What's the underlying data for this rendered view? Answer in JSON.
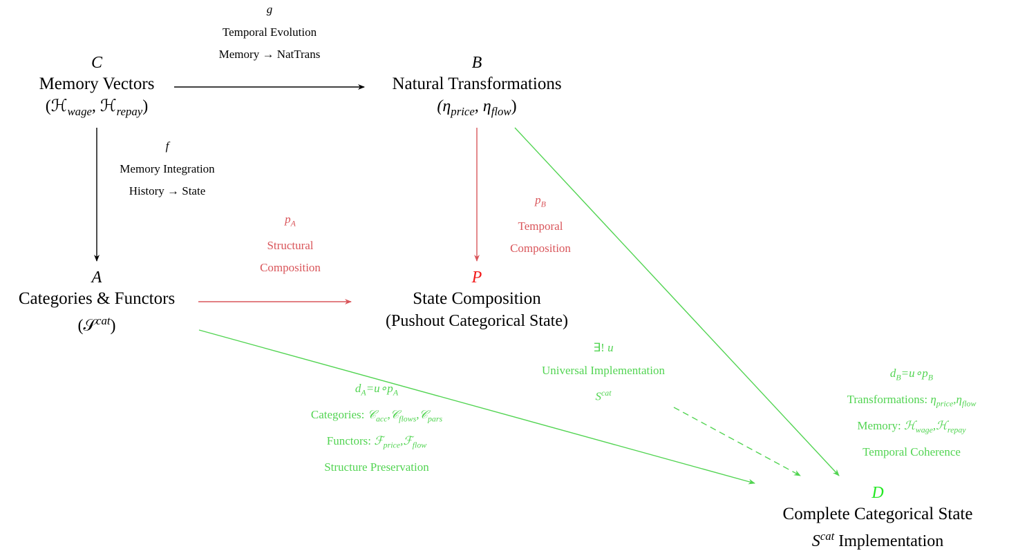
{
  "nodes": {
    "C": {
      "symbol": "C",
      "title": "Memory Vectors",
      "subtitle": "(ℋ_wage, ℋ_repay)",
      "sub_parts": [
        "(ℋ",
        "wage",
        ", ℋ",
        "repay",
        ")"
      ]
    },
    "B": {
      "symbol": "B",
      "title": "Natural Transformations",
      "subtitle": "(η_price, η_flow)",
      "sub_parts": [
        "(η",
        "price",
        ", η",
        "flow",
        ")"
      ]
    },
    "A": {
      "symbol": "A",
      "title": "Categories & Functors",
      "subtitle": "(𝒮^cat)",
      "sub_parts": [
        "(𝒮",
        "cat",
        ")"
      ]
    },
    "P": {
      "symbol": "P",
      "title": "State Composition",
      "subtitle": "(Pushout Categorical State)"
    },
    "D": {
      "symbol": "D",
      "title": "Complete Categorical State",
      "subtitle": "S^cat Implementation",
      "sub_parts": [
        "S",
        "cat",
        " Implementation"
      ]
    }
  },
  "edges": {
    "g": {
      "from": "C",
      "to": "B",
      "name": "g",
      "lines": [
        "Temporal Evolution",
        "Memory → NatTrans"
      ],
      "color": "#000000",
      "style": "solid"
    },
    "f": {
      "from": "C",
      "to": "A",
      "name": "f",
      "lines": [
        "Memory Integration",
        "History → State"
      ],
      "color": "#000000",
      "style": "solid"
    },
    "pA": {
      "from": "A",
      "to": "P",
      "name": "p_A",
      "name_parts": [
        "p",
        "A"
      ],
      "lines": [
        "Structural",
        "Composition"
      ],
      "color": "#d9555a",
      "style": "solid"
    },
    "pB": {
      "from": "B",
      "to": "P",
      "name": "p_B",
      "name_parts": [
        "p",
        "B"
      ],
      "lines": [
        "Temporal",
        "Composition"
      ],
      "color": "#d9555a",
      "style": "solid"
    },
    "dA": {
      "from": "A",
      "to": "D",
      "name": "d_A=u∘p_A",
      "name_parts": [
        "d",
        "A",
        "=u∘p",
        "A"
      ],
      "lines": [
        "Categories: 𝒞_acc,𝒞_flows,𝒞_pars",
        "Functors: ℱ_price,ℱ_flow",
        "Structure Preservation"
      ],
      "line_parts": {
        "categories": [
          "Categories: ",
          "𝒞",
          "acc",
          ",𝒞",
          "flows",
          ",𝒞",
          "pars"
        ],
        "functors": [
          "Functors: ",
          "ℱ",
          "price",
          ",ℱ",
          "flow"
        ]
      },
      "color": "#52d452",
      "style": "solid"
    },
    "dB": {
      "from": "B",
      "to": "D",
      "name": "d_B=u∘p_B",
      "name_parts": [
        "d",
        "B",
        "=u∘p",
        "B"
      ],
      "lines": [
        "Transformations: η_price,η_flow",
        "Memory: ℋ_wage,ℋ_repay",
        "Temporal Coherence"
      ],
      "line_parts": {
        "transformations": [
          "Transformations: ",
          "η",
          "price",
          ",η",
          "flow"
        ],
        "memory": [
          "Memory: ",
          "ℋ",
          "wage",
          ",ℋ",
          "repay"
        ]
      },
      "color": "#52d452",
      "style": "solid"
    },
    "u": {
      "from": "P",
      "to": "D",
      "name": "∃! u",
      "name_parts": [
        "∃! ",
        "u"
      ],
      "lines": [
        "Universal Implementation",
        "S^cat"
      ],
      "line_parts": {
        "scat": [
          "S",
          "cat"
        ]
      },
      "color": "#52d452",
      "style": "dashed"
    }
  },
  "colors": {
    "black": "#000000",
    "red_arrow": "#d9555a",
    "red_symbol": "#f21a1a",
    "green_arrow": "#52d452",
    "green_symbol": "#22e822"
  }
}
